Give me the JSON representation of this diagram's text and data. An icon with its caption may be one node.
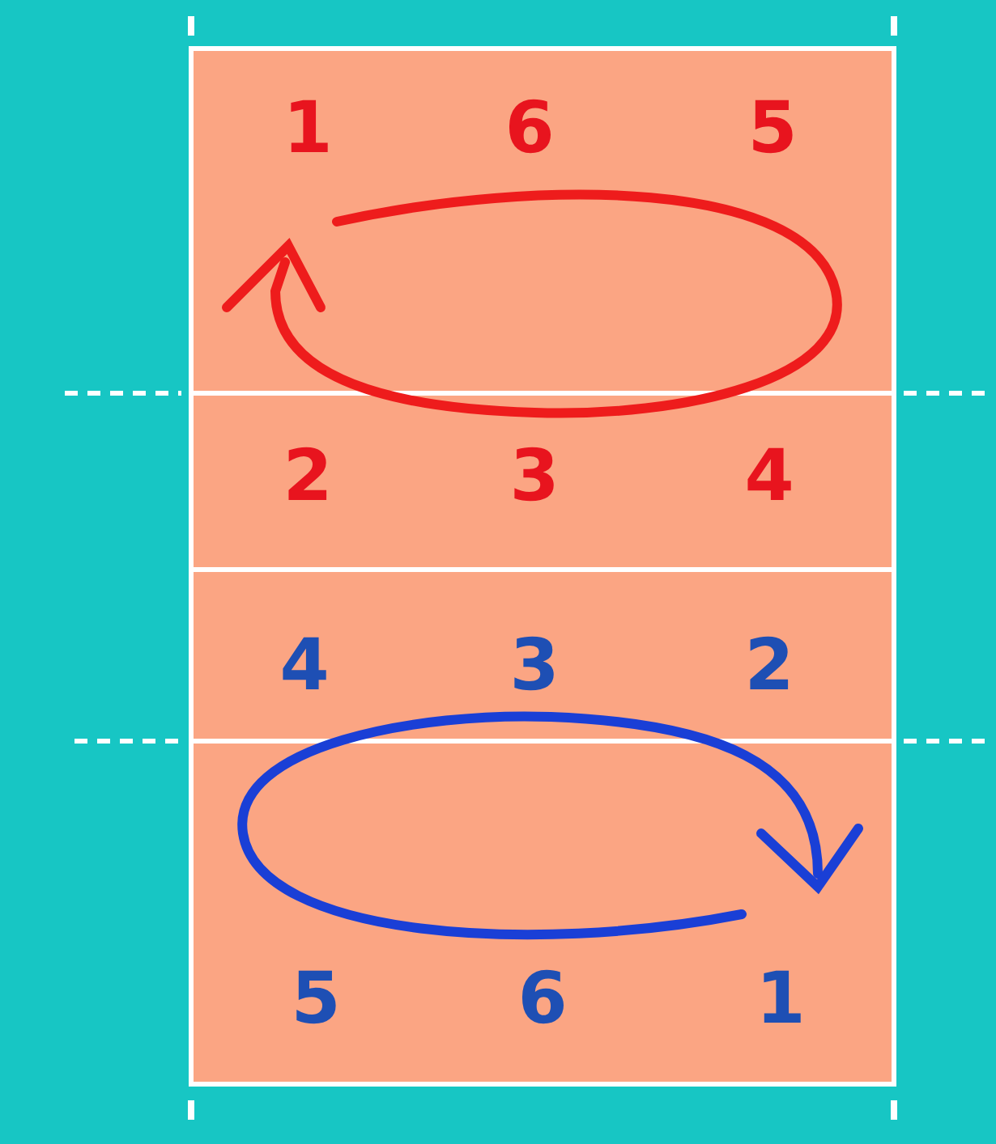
{
  "diagram": {
    "labels": [
      "1",
      "6",
      "5",
      "2",
      "3",
      "4",
      "4",
      "3",
      "2",
      "5",
      "6",
      "1"
    ]
  }
}
